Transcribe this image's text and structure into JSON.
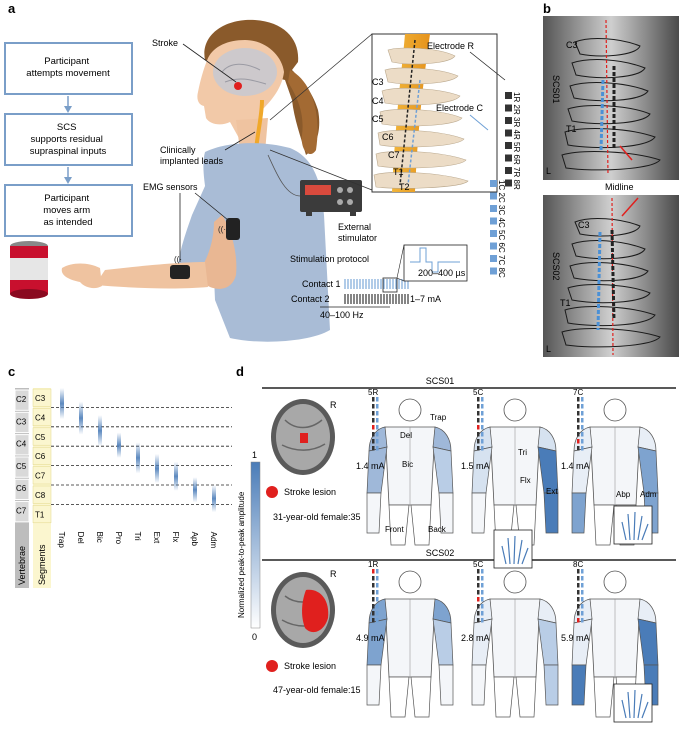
{
  "panels": {
    "a": "a",
    "b": "b",
    "c": "c",
    "d": "d"
  },
  "panel_a": {
    "flow": [
      [
        "Participant",
        "attempts movement"
      ],
      [
        "SCS",
        "supports residual",
        "supraspinal inputs"
      ],
      [
        "Participant",
        "moves arm",
        "as intended"
      ]
    ],
    "labels": {
      "stroke": "Stroke",
      "leads": [
        "Clinically",
        "implanted leads"
      ],
      "emg": "EMG sensors",
      "stimulator": [
        "External",
        "stimulator"
      ],
      "electrode_r": "Electrode R",
      "electrode_c": "Electrode C",
      "protocol": "Stimulation protocol",
      "contact1": "Contact 1",
      "contact2": "Contact 2",
      "freq": "40–100 Hz",
      "amp": "1–7 mA",
      "pulse": "200–400 µs"
    },
    "vertebrae": [
      "C3",
      "C4",
      "C5",
      "C6",
      "C7",
      "T1",
      "T2"
    ],
    "contacts_r": [
      "1R",
      "2R",
      "3R",
      "4R",
      "5R",
      "6R",
      "7R",
      "8R"
    ],
    "contacts_c": [
      "1C",
      "2C",
      "3C",
      "4C",
      "5C",
      "6C",
      "7C",
      "8C"
    ]
  },
  "panel_b": {
    "scs01": "SCS01",
    "scs02": "SCS02",
    "c3": "C3",
    "t1": "T1",
    "l": "L",
    "midline": "Midline"
  },
  "panel_c": {
    "vertebrae_header": "Vertebrae",
    "segments_header": "Segments",
    "vertebrae": [
      "C2",
      "C3",
      "C4",
      "C5",
      "C6",
      "C7"
    ],
    "segments": [
      "C3",
      "C4",
      "C5",
      "C6",
      "C7",
      "C8",
      "T1"
    ],
    "muscles": [
      "Trap",
      "Del",
      "Bic",
      "Pro",
      "Tri",
      "Ext",
      "Flx",
      "Apb",
      "Adm"
    ],
    "bars": [
      [
        0,
        1.6
      ],
      [
        0.7,
        2.4
      ],
      [
        1.4,
        3.0
      ],
      [
        2.3,
        3.6
      ],
      [
        2.8,
        4.4
      ],
      [
        3.4,
        4.9
      ],
      [
        3.8,
        5.3
      ],
      [
        4.6,
        5.9
      ],
      [
        5.0,
        6.4
      ]
    ]
  },
  "panel_d": {
    "scs01": {
      "title": "SCS01",
      "r": "R",
      "lesion": "Stroke lesion",
      "patient": "31-year-old female:35",
      "conditions": [
        {
          "contact": "5R",
          "current": "1.4 mA"
        },
        {
          "contact": "5C",
          "current": "1.5 mA"
        },
        {
          "contact": "7C",
          "current": "1.4 mA"
        }
      ],
      "muscle_labels": [
        "Trap",
        "Del",
        "Bic",
        "Front",
        "Back",
        "Tri",
        "Flx",
        "Ext",
        "Abp",
        "Adm"
      ]
    },
    "scs02": {
      "title": "SCS02",
      "r": "R",
      "lesion": "Stroke lesion",
      "patient": "47-year-old female:15",
      "conditions": [
        {
          "contact": "1R",
          "current": "4.9 mA"
        },
        {
          "contact": "5C",
          "current": "2.8 mA"
        },
        {
          "contact": "8C",
          "current": "5.9 mA"
        }
      ]
    },
    "colorbar": {
      "label": "Normalized peak-to-peak amplitude",
      "max": "1",
      "min": "0"
    }
  },
  "colors": {
    "flow_border": "#7a9ec8",
    "blue": "#4a7cb8",
    "red": "#e0201e",
    "dark": "#333333",
    "light_blue": "#b9cde6"
  }
}
